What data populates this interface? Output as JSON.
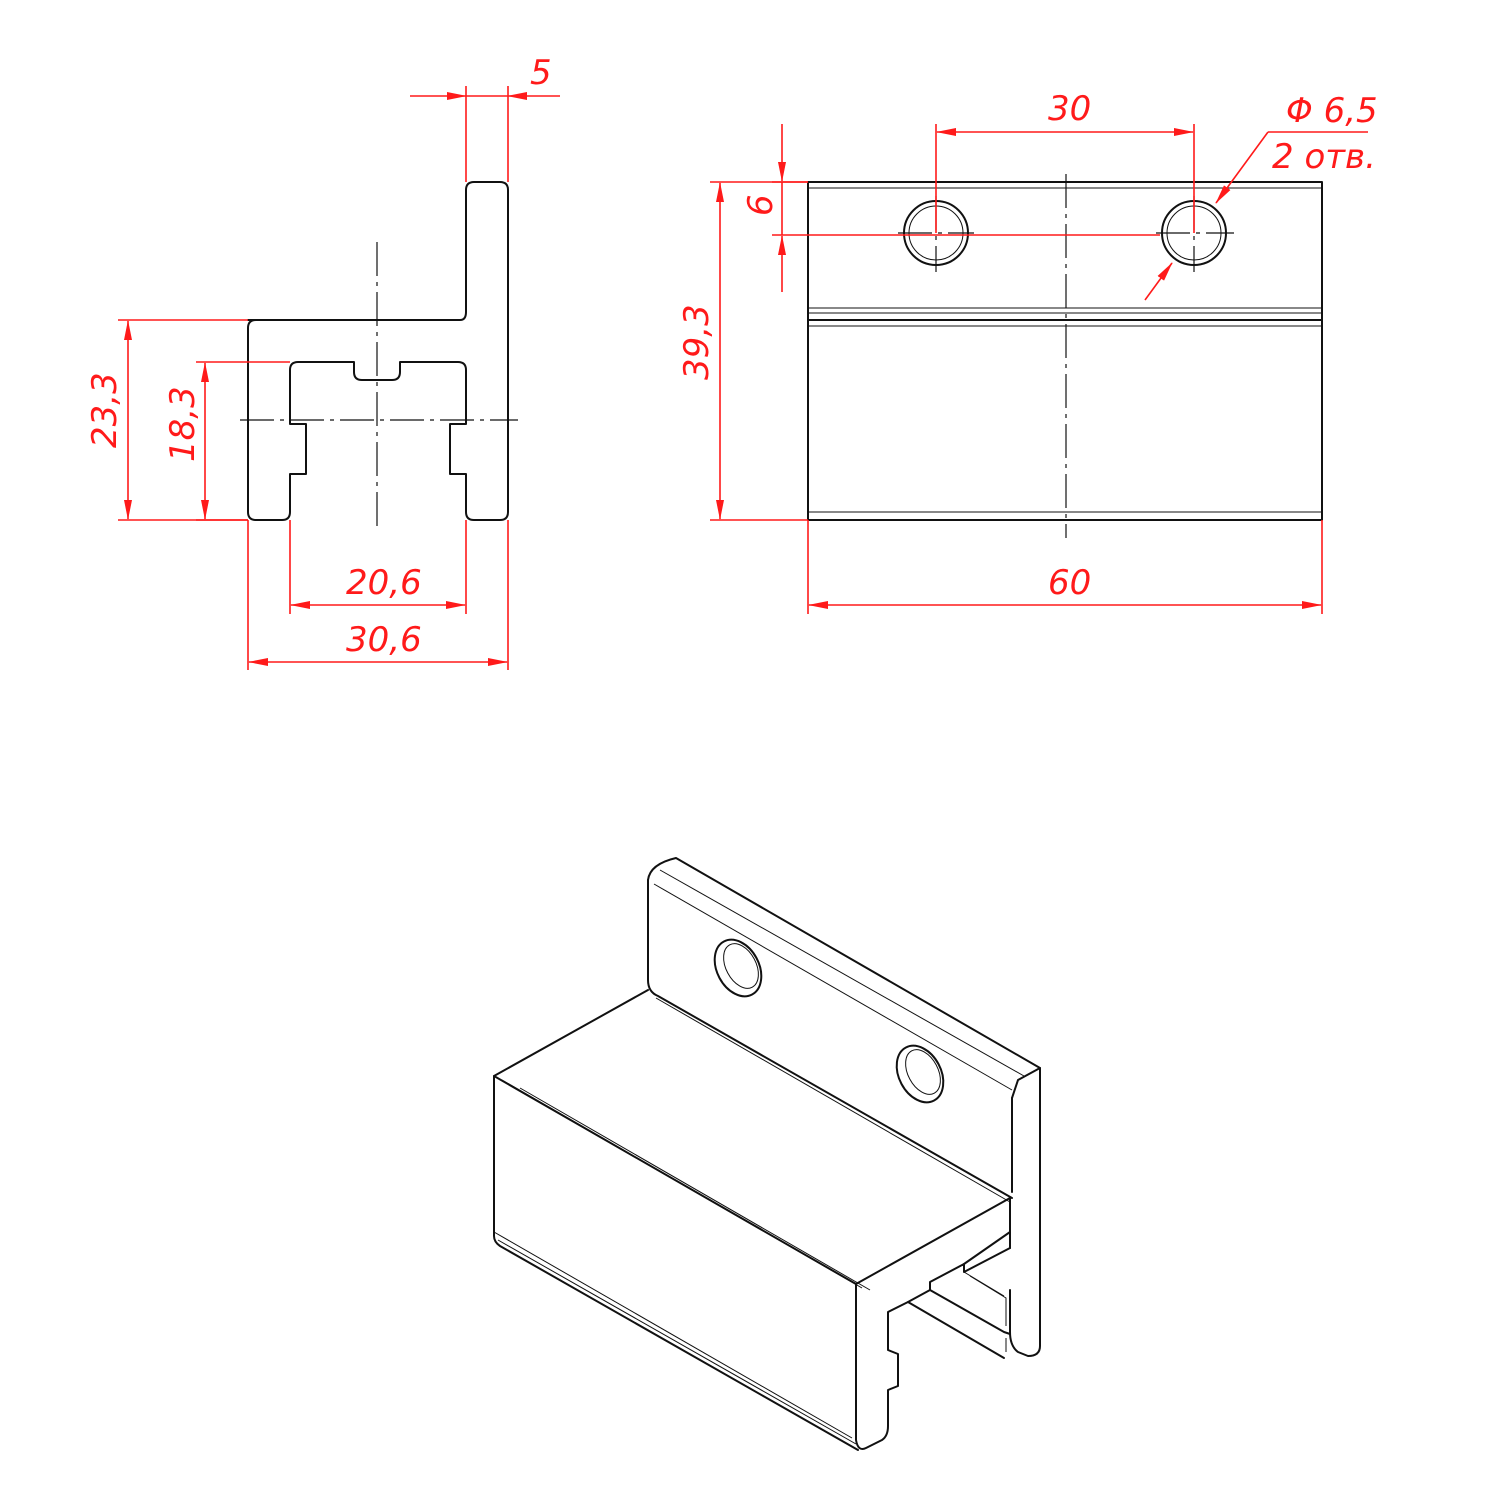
{
  "colors": {
    "dimension": "#ff1a1a",
    "line": "#111111",
    "background": "#ffffff"
  },
  "side_view": {
    "dim_flange_thickness": "5",
    "dim_outer_height": "23,3",
    "dim_inner_height": "18,3",
    "dim_inner_width": "20,6",
    "dim_outer_width": "30,6"
  },
  "front_view": {
    "dim_hole_spacing": "30",
    "dim_hole_offset": "6",
    "dim_total_height": "39,3",
    "dim_length": "60",
    "hole_diameter": "Φ 6,5",
    "hole_count": "2 отв."
  }
}
